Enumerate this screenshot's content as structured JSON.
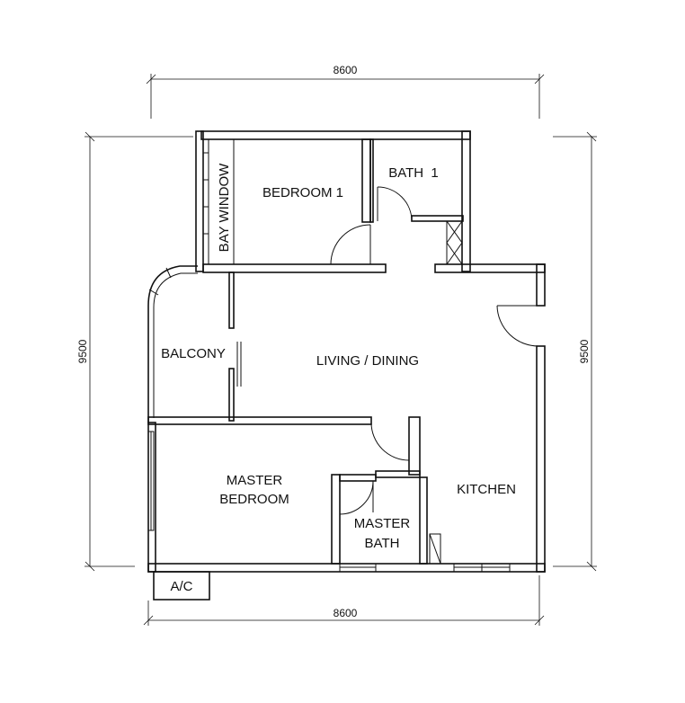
{
  "dimensions": {
    "top_width": "8600",
    "bottom_width": "8600",
    "left_height": "9500",
    "right_height": "9500"
  },
  "rooms": {
    "bay_window": "BAY WINDOW",
    "bedroom_1": "BEDROOM 1",
    "bath_1": "BATH  1",
    "balcony": "BALCONY",
    "living_dining": "LIVING / DINING",
    "master_bedroom_line1": "MASTER",
    "master_bedroom_line2": "BEDROOM",
    "master_bath_line1": "MASTER",
    "master_bath_line2": "BATH",
    "kitchen": "KITCHEN",
    "ac": "A/C"
  }
}
